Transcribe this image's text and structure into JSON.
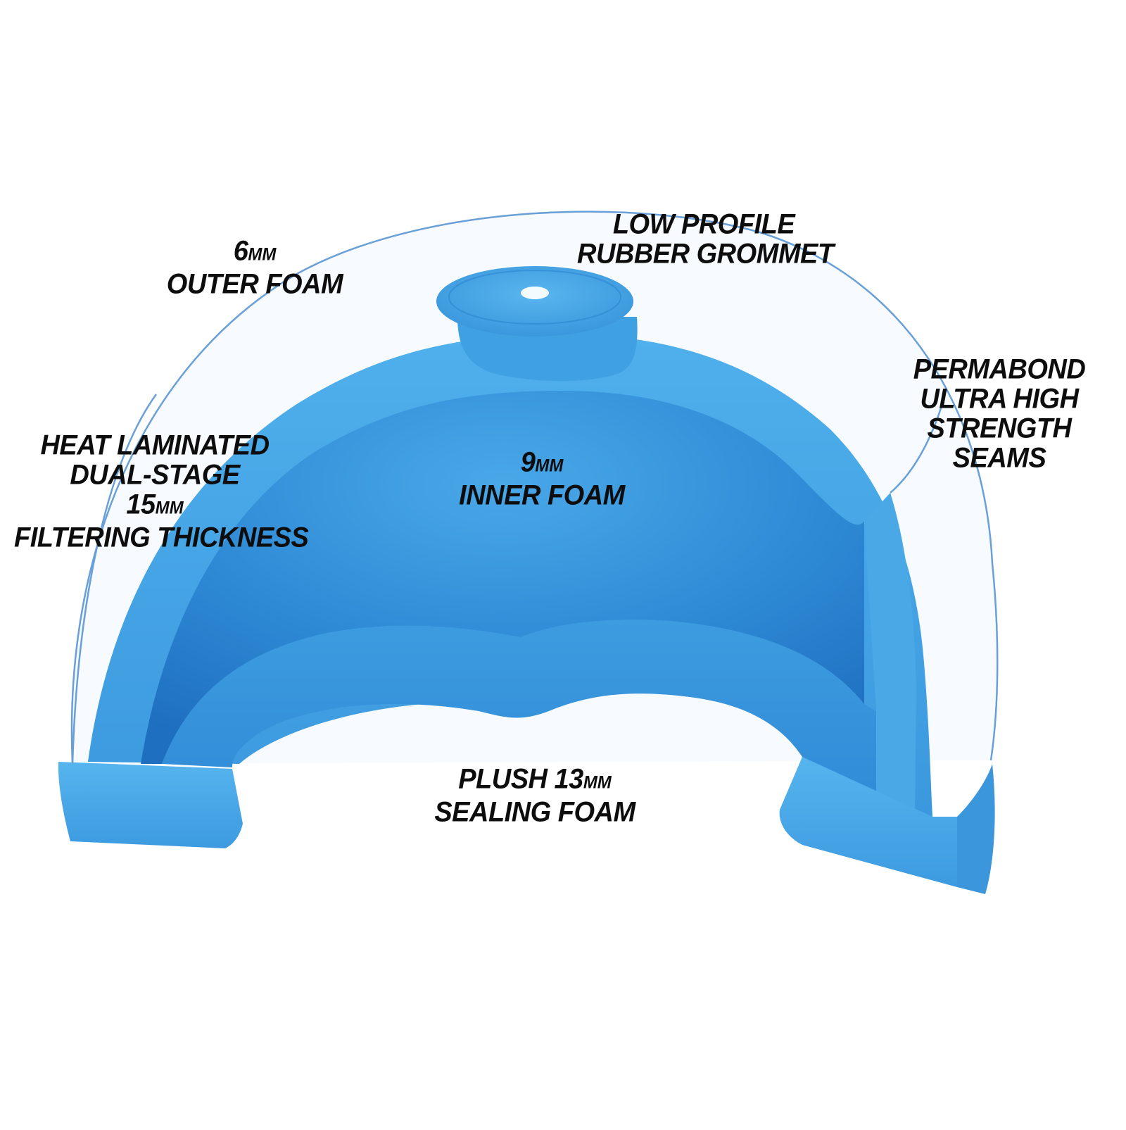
{
  "labels": {
    "outer_foam": {
      "line1_num": "6",
      "line1_unit": "MM",
      "line2": "OUTER FOAM"
    },
    "grommet": {
      "line1": "LOW PROFILE",
      "line2": "RUBBER GROMMET"
    },
    "seams": {
      "line1": "PERMABOND",
      "line2": "ULTRA HIGH",
      "line3": "STRENGTH",
      "line4": "SEAMS"
    },
    "heat": {
      "line1": "HEAT LAMINATED",
      "line2": "DUAL-STAGE",
      "line3_num": "15",
      "line3_unit": "MM",
      "line4": "FILTERING THICKNESS"
    },
    "inner_foam": {
      "line1_num": "9",
      "line1_unit": "MM",
      "line2": "INNER FOAM"
    },
    "sealing_foam": {
      "line1_a": "PLUSH 13",
      "line1_unit": "MM",
      "line2": "SEALING FOAM"
    }
  },
  "colors": {
    "foam_light": "#4aa6e6",
    "foam_mid": "#2f8fd8",
    "foam_dark": "#1e74c4",
    "outline": "#6aa0d8",
    "text": "#0d0d0d"
  },
  "icons": {
    "grommet": "grommet-icon"
  }
}
